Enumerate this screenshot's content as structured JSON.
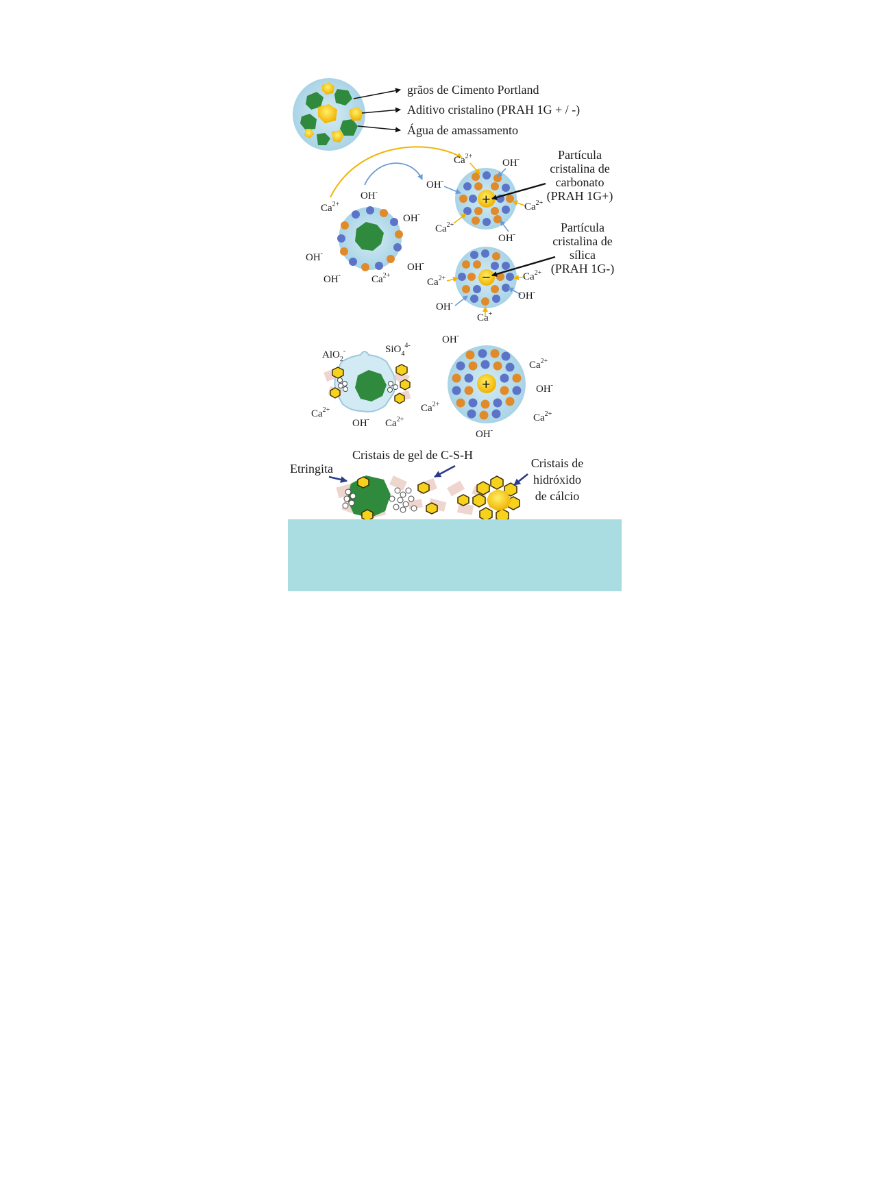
{
  "colors": {
    "page_bg": "#ffffff",
    "water_halo": "#b6dcea",
    "cement_grain": "#2f8a3e",
    "additive": "#f5c517",
    "carbonate_blue": "#5b74c8",
    "ion_orange": "#e08a2a",
    "arrow_yellow": "#f0b400",
    "arrow_blue": "#6a9ad6",
    "bottom_band": "#aadde2"
  },
  "legend": {
    "cement_grains": "grãos de Cimento Portland",
    "additive": "Aditivo cristalino (PRAH 1G + / -)",
    "water": "Água de amassamento"
  },
  "particles": {
    "carbonate": {
      "line1": "Partícula",
      "line2": "cristalina de",
      "line3": "carbonato",
      "line4": "(PRAH 1G+)",
      "sign": "+"
    },
    "silica": {
      "line1": "Partícula",
      "line2": "cristalina de",
      "line3": "sílica",
      "line4": "(PRAH 1G-)",
      "sign": "−"
    }
  },
  "ions": {
    "ca_base": "Ca",
    "ca_sup": "2+",
    "oh_base": "OH",
    "oh_sup": "-",
    "ca_plus": "+",
    "alo_base": "AlO",
    "alo_sub": "2",
    "alo_sup": "-",
    "sio_base": "SiO",
    "sio_sub": "4",
    "sio_sup": "4-"
  },
  "bottom_labels": {
    "ettringite": "Etringita",
    "csh": "Cristais de gel de C-S-H",
    "calcium_hydroxide_1": "Cristais de",
    "calcium_hydroxide_2": "hidróxido",
    "calcium_hydroxide_3": "de cálcio"
  }
}
